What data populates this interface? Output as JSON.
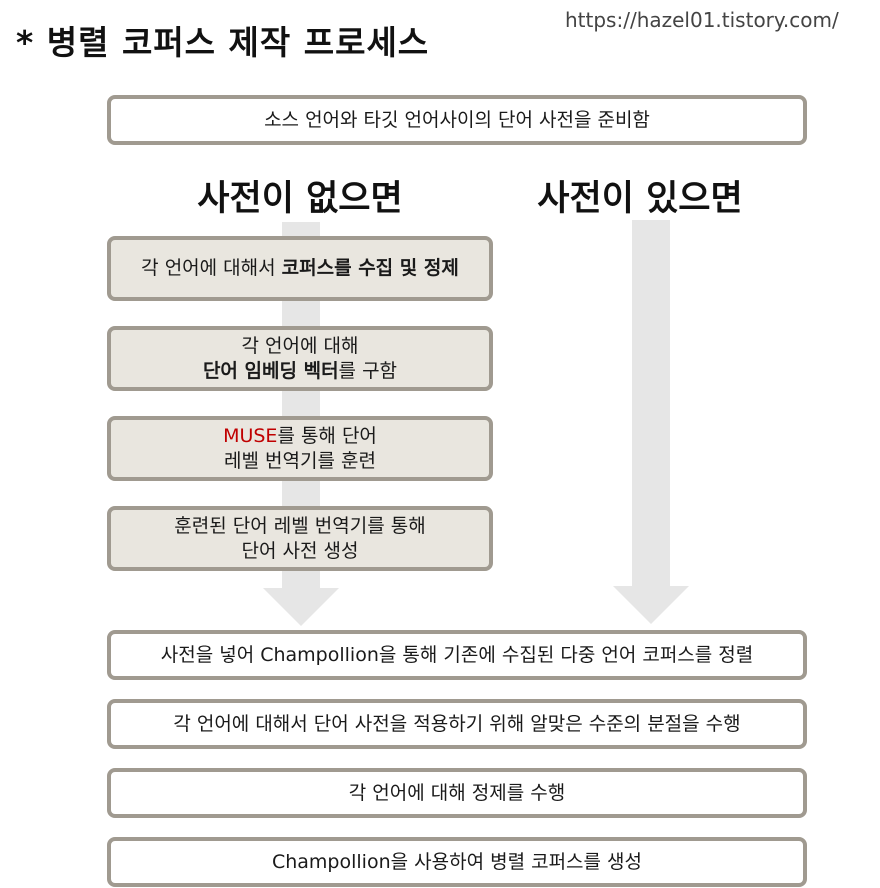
{
  "title": "* 병렬 코퍼스 제작 프로세스",
  "url": "https://hazel01.tistory.com/",
  "steps": {
    "prepare": "소스 언어와 타깃 언어사이의 단어 사전을 준비함",
    "align": "사전을 넣어 Champollion을 통해 기존에 수집된 다중 언어 코퍼스를 정렬",
    "segment": "각 언어에 대해서 단어 사전을 적용하기 위해 알맞은 수준의 분절을 수행",
    "refine": "각 언어에 대해 정제를 수행",
    "generate": "Champollion을 사용하여 병렬 코퍼스를 생성"
  },
  "branches": {
    "no_dict": {
      "heading": "사전이 없으면",
      "step1": {
        "plain": "각 언어에 대해서 ",
        "bold": "코퍼스를 수집 및 정제"
      },
      "step2": {
        "line1": "각 언어에 대해",
        "bold": "단어 임베딩 벡터",
        "rest": "를 구함"
      },
      "step3": {
        "highlight": "MUSE",
        "rest": "를 통해 단어",
        "line2": "레벨 번역기를 훈련"
      },
      "step4": {
        "line1": "훈련된 단어 레벨 번역기를 통해",
        "line2": "단어 사전 생성"
      }
    },
    "has_dict": {
      "heading": "사전이 있으면"
    }
  },
  "colors": {
    "border": "#a09a90",
    "shaded_fill": "#e9e6df",
    "arrow": "#e6e6e6",
    "highlight": "#c00000"
  }
}
